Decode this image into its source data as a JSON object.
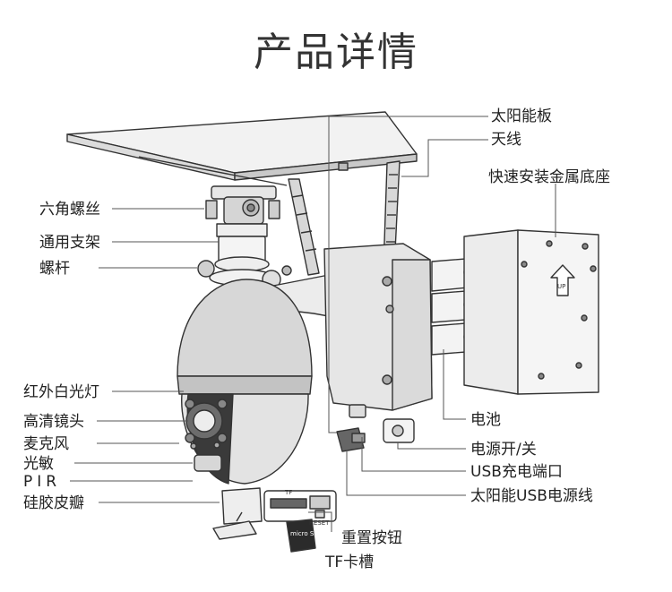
{
  "title": "产品详情",
  "labels": {
    "solar_panel": "太阳能板",
    "antenna": "天线",
    "mount_base": "快速安装金属底座",
    "hex_screw": "六角螺丝",
    "bracket": "通用支架",
    "screw_rod": "螺杆",
    "ir_light": "红外白光灯",
    "hd_lens": "高清镜头",
    "microphone": "麦克风",
    "light_sensor": "光敏",
    "pir": "PIR",
    "silicone_cover": "硅胶皮瓣",
    "battery": "电池",
    "power_switch": "电源开/关",
    "usb_port": "USB充电端口",
    "solar_usb_cable": "太阳能USB电源线",
    "reset_button": "重置按钮",
    "tf_slot": "TF卡槽"
  },
  "inset": {
    "tf_chip": "TF",
    "micro_sd": "micro SD",
    "reset_mark": "RESET",
    "up_mark": "UP"
  }
}
